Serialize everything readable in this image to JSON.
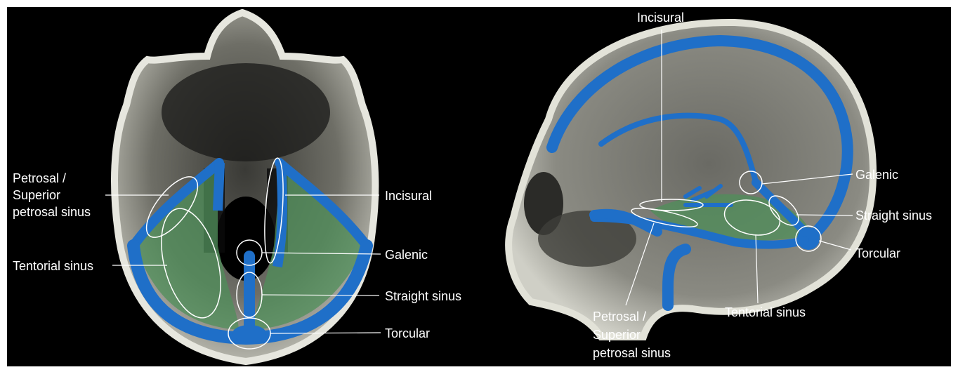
{
  "colors": {
    "sinus_blue": "#1f6fc8",
    "tentorium_green": "#4f8f5a",
    "background": "#000000",
    "bone": "#d9d9d2",
    "label_text": "#ffffff"
  },
  "left_view": {
    "labels": {
      "petrosal_line1": "Petrosal /",
      "petrosal_line2": "Superior",
      "petrosal_line3": "petrosal sinus",
      "tentorial": "Tentorial sinus",
      "incisural": "Incisural",
      "galenic": "Galenic",
      "straight": "Straight sinus",
      "torcular": "Torcular"
    }
  },
  "right_view": {
    "labels": {
      "incisural": "Incisural",
      "galenic": "Galenic",
      "straight": "Straight sinus",
      "torcular": "Torcular",
      "tentorial": "Tentorial sinus",
      "petrosal_line1": "Petrosal /",
      "petrosal_line2": "Superior",
      "petrosal_line3": "petrosal sinus"
    }
  }
}
